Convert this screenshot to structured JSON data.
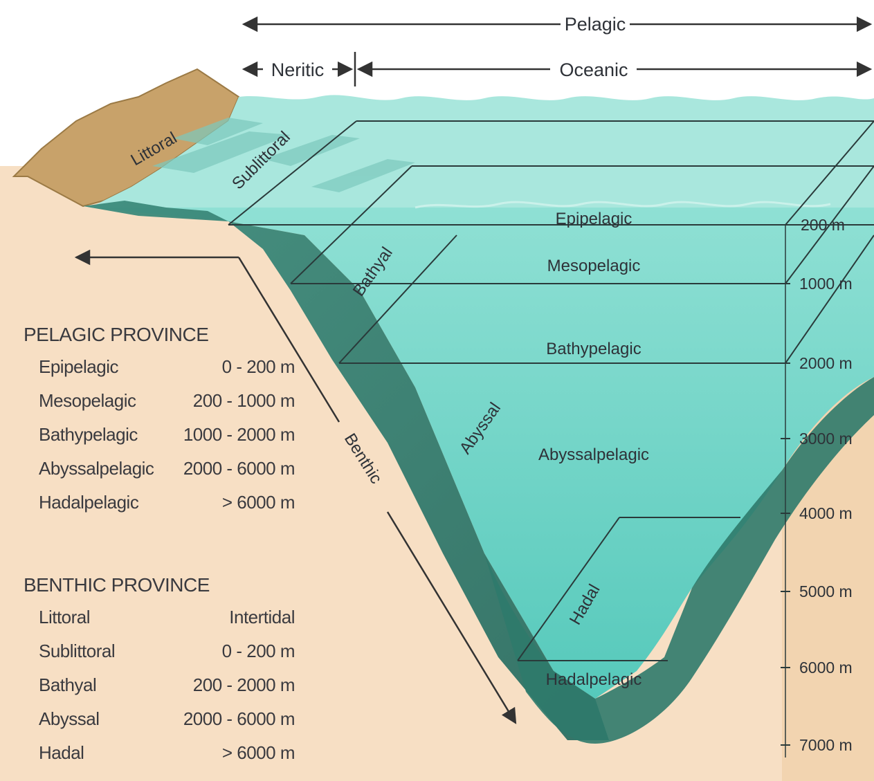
{
  "top": {
    "pelagic": "Pelagic",
    "neritic": "Neritic",
    "oceanic": "Oceanic"
  },
  "zones": {
    "littoral": "Littoral",
    "sublittoral": "Sublittoral",
    "bathyal": "Bathyal",
    "abyssal": "Abyssal",
    "hadal": "Hadal",
    "benthic": "Benthic"
  },
  "water_layers": {
    "epipelagic": "Epipelagic",
    "mesopelagic": "Mesopelagic",
    "bathypelagic": "Bathypelagic",
    "abyssalpelagic": "Abyssalpelagic",
    "hadalpelagic": "Hadalpelagic"
  },
  "depth_scale": [
    "200 m",
    "1000 m",
    "2000 m",
    "3000 m",
    "4000 m",
    "5000 m",
    "6000 m",
    "7000 m"
  ],
  "pelagic_province": {
    "title": "PELAGIC PROVINCE",
    "rows": [
      {
        "name": "Epipelagic",
        "range": "0 - 200 m"
      },
      {
        "name": "Mesopelagic",
        "range": "200 - 1000 m"
      },
      {
        "name": "Bathypelagic",
        "range": "1000 - 2000 m"
      },
      {
        "name": "Abyssalpelagic",
        "range": "2000 - 6000 m"
      },
      {
        "name": "Hadalpelagic",
        "range": "> 6000 m"
      }
    ]
  },
  "benthic_province": {
    "title": "BENTHIC PROVINCE",
    "rows": [
      {
        "name": "Littoral",
        "range": "Intertidal"
      },
      {
        "name": "Sublittoral",
        "range": "0 - 200 m"
      },
      {
        "name": "Bathyal",
        "range": "200 - 2000 m"
      },
      {
        "name": "Abyssal",
        "range": "2000 - 6000 m"
      },
      {
        "name": "Hadal",
        "range": "> 6000 m"
      }
    ]
  },
  "colors": {
    "land": "#f5dcc0",
    "cliff": "#c9a472",
    "water": "#6fd4c8",
    "water_surface": "#a8e6dc",
    "seafloor": "#3f8f80",
    "seafloor_dark": "#2f7567",
    "line": "#2a3a3a"
  }
}
